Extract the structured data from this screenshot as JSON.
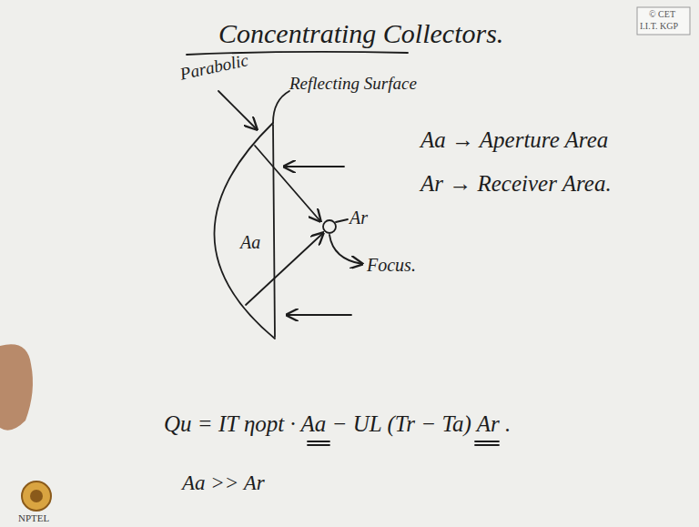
{
  "diagram": {
    "title": "Concentrating Collectors.",
    "labels": [
      "Parabolic",
      "Reflecting Surface",
      "Aa",
      "Ar",
      "Focus.",
      "Aa → Aperture Area",
      "Ar → Receiver Area.",
      "Qu = IT ηopt · Aa − UL (Tr − Ta) Ar .",
      "Aa >> Ar",
      "© CET",
      "I.I.T. KGP",
      "NPTEL"
    ]
  }
}
